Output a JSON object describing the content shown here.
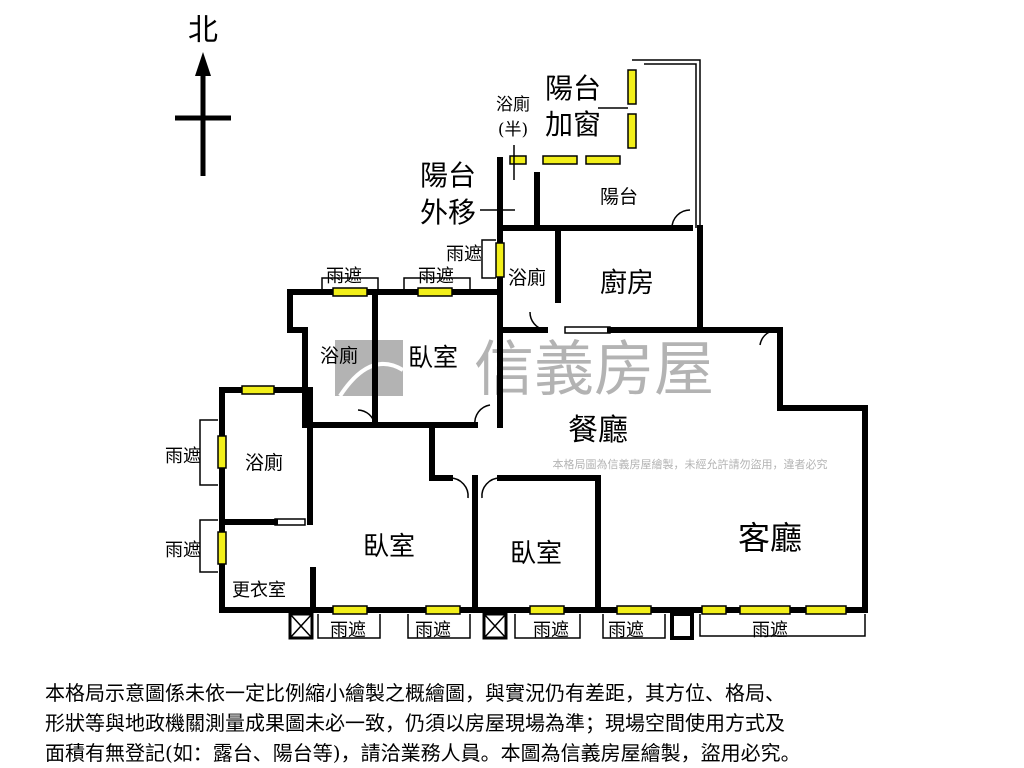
{
  "compass": {
    "north_label": "北"
  },
  "rooms": {
    "balcony_window": [
      "陽台",
      "加窗"
    ],
    "half_bath": [
      "浴廁",
      "(半)"
    ],
    "balcony_moved": [
      "陽台",
      "外移"
    ],
    "balcony": "陽台",
    "kitchen": "廚房",
    "bath_center": "浴廁",
    "bath_top_left": "浴廁",
    "bedroom_top": "臥室",
    "dining": "餐廳",
    "bath_left": "浴廁",
    "bedroom_main": "臥室",
    "bedroom_small": "臥室",
    "living": "客廳",
    "closet": "更衣室"
  },
  "rain_shelter_label": "雨遮",
  "watermark": {
    "brand": "信義房屋",
    "notice": "本格局圖為信義房屋繪製，未經允許請勿盜用，違者必究"
  },
  "disclaimer": [
    "本格局示意圖係未依一定比例縮小繪製之概繪圖，與實況仍有差距，其方位、格局、",
    "形狀等與地政機關測量成果圖未必一致，仍須以房屋現場為準；現場空間使用方式及",
    "面積有無登記(如：露台、陽台等)，請洽業務人員。本圖為信義房屋繪製，盜用必究。"
  ],
  "colors": {
    "wall": "#000000",
    "window": "#f2ef1a",
    "watermark": "#9a9a9a"
  }
}
